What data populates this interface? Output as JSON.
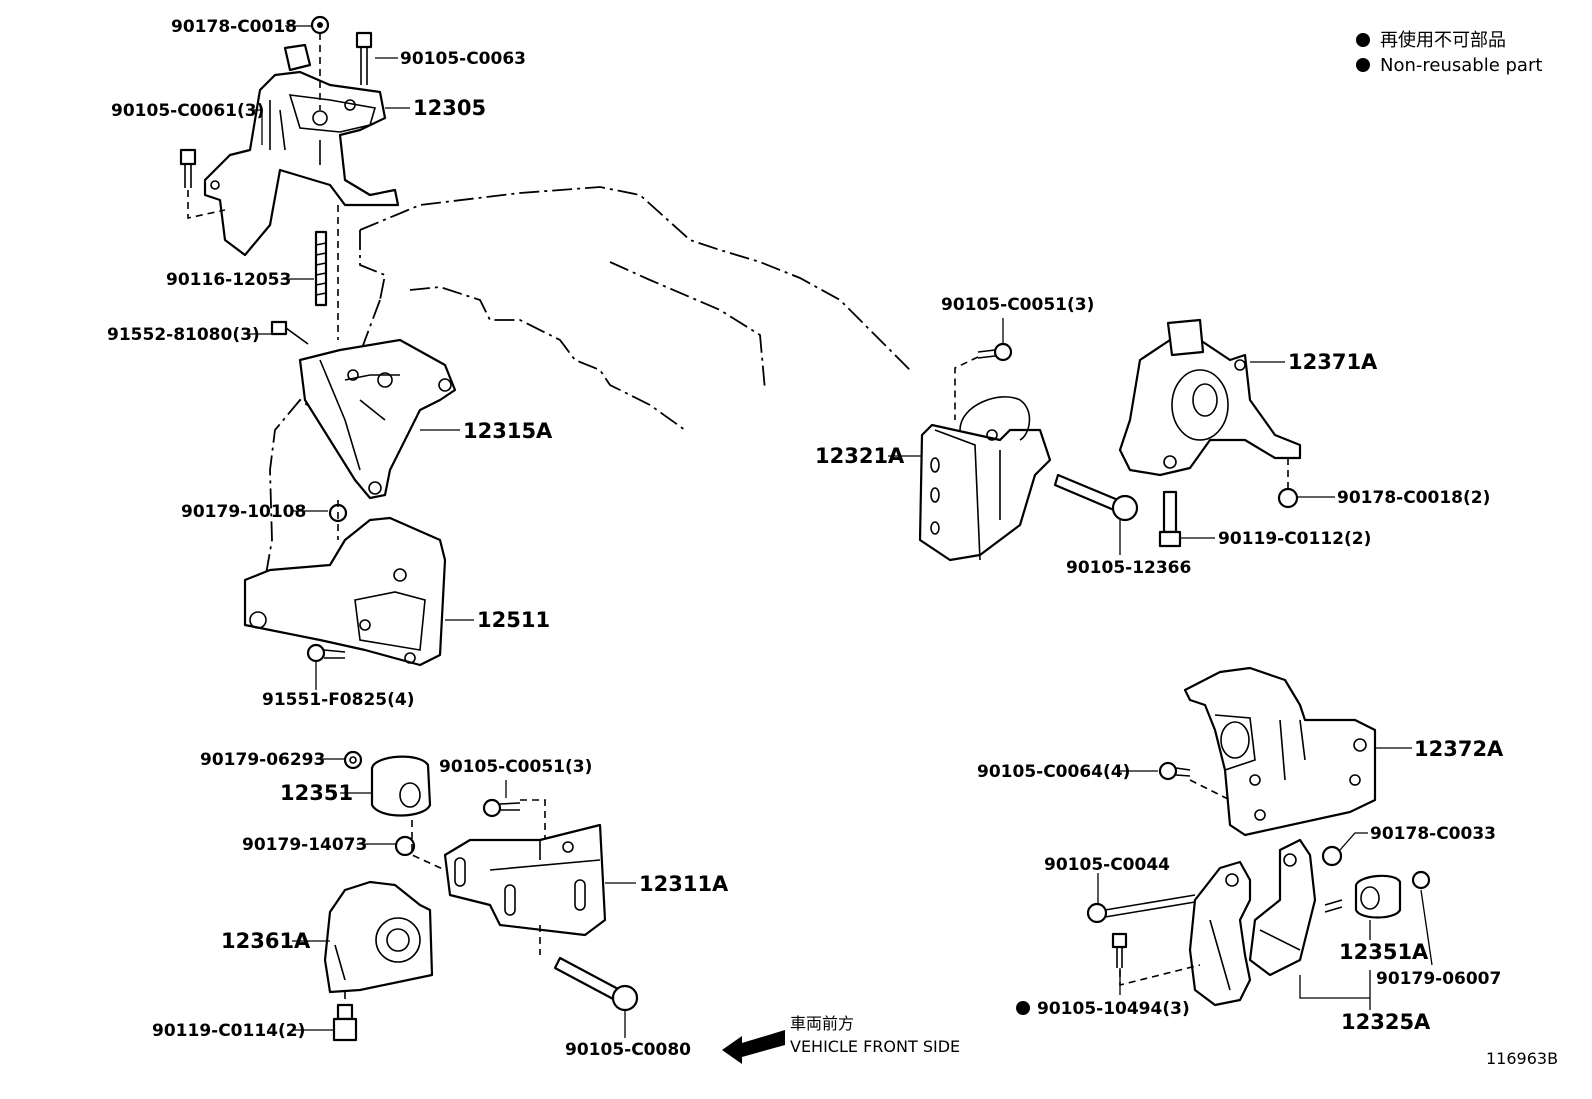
{
  "legend": {
    "jp": "再使用不可部品",
    "en": "Non-reusable part"
  },
  "front": {
    "jp": "車両前方",
    "en": "VEHICLE FRONT SIDE"
  },
  "diagram_id": "116963B",
  "parts": {
    "p90178_C0018": "90178-C0018",
    "p90105_C0063": "90105-C0063",
    "p90105_C0061": "90105-C0061(3)",
    "p12305": "12305",
    "p90116_12053": "90116-12053",
    "p91552_81080": "91552-81080(3)",
    "p12315A": "12315A",
    "p90179_10108": "90179-10108",
    "p12511": "12511",
    "p91551_F0825": "91551-F0825(4)",
    "p90179_06293": "90179-06293",
    "p12351": "12351",
    "p90105_C0051_left": "90105-C0051(3)",
    "p90179_14073": "90179-14073",
    "p12311A": "12311A",
    "p12361A": "12361A",
    "p90119_C0114": "90119-C0114(2)",
    "p90105_C0080": "90105-C0080",
    "p90105_C0051_right": "90105-C0051(3)",
    "p12321A": "12321A",
    "p12371A": "12371A",
    "p90178_C0018_2": "90178-C0018(2)",
    "p90119_C0112": "90119-C0112(2)",
    "p90105_12366": "90105-12366",
    "p12372A": "12372A",
    "p90105_C0064": "90105-C0064(4)",
    "p90178_C0033": "90178-C0033",
    "p90105_C0044": "90105-C0044",
    "p12351A": "12351A",
    "p90179_06007": "90179-06007",
    "p90105_10494": "90105-10494(3)",
    "p12325A": "12325A"
  }
}
